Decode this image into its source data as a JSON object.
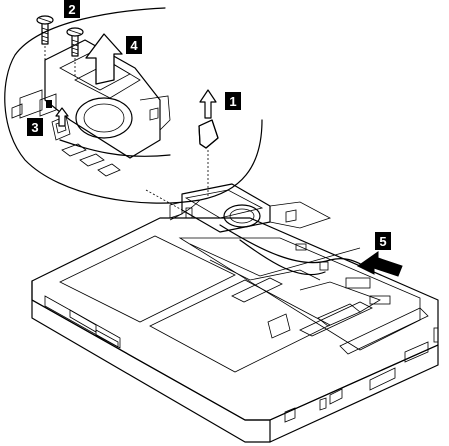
{
  "steps": [
    {
      "label": "1"
    },
    {
      "label": "2"
    },
    {
      "label": "3"
    },
    {
      "label": "4"
    },
    {
      "label": "5"
    }
  ],
  "colors": {
    "line": "#000000",
    "background": "#ffffff",
    "badge": "#000000",
    "badge_text": "#ffffff"
  }
}
